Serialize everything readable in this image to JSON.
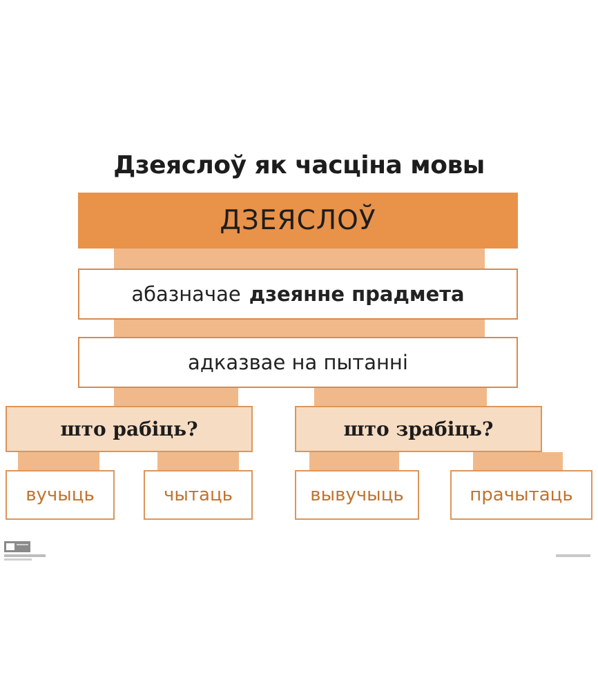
{
  "title": "Дзеяслоў як часціна мовы",
  "header": "ДЗЕЯСЛОЎ",
  "meaning": {
    "prefix": "абазначае",
    "bold": "дзеянне прадмета"
  },
  "question": "адказвае на пытанні",
  "branches": [
    {
      "question": "што рабіць?",
      "examples": [
        "вучыць",
        "чытаць"
      ]
    },
    {
      "question": "што зрабіць?",
      "examples": [
        "вывучыць",
        "прачытаць"
      ]
    }
  ],
  "colors": {
    "header": "#e8924a",
    "connector": "#f1b98a",
    "question_fill": "#f6dcc3",
    "border": "#dc955a",
    "example_text": "#c1732f"
  }
}
